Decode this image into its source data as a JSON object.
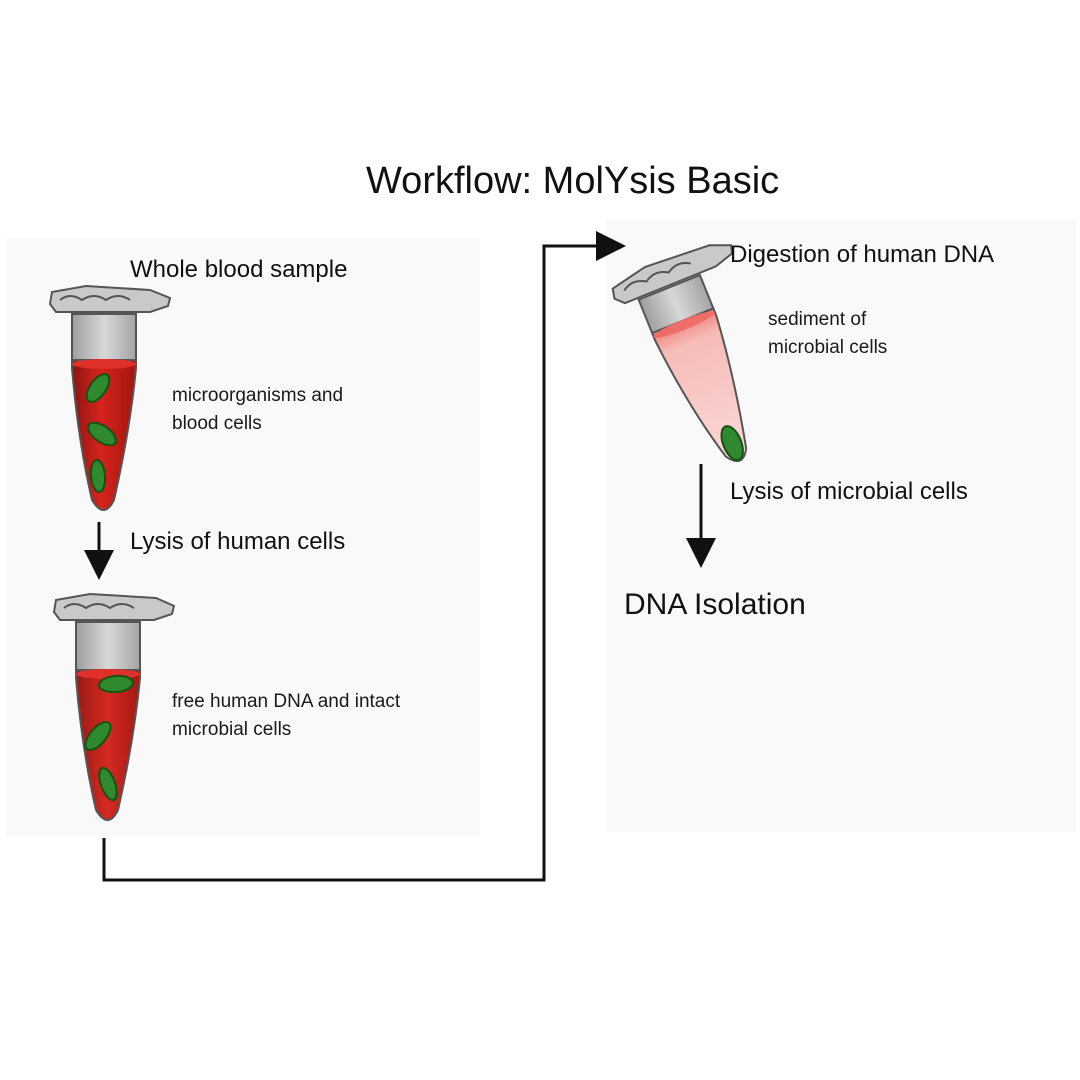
{
  "title": "Workflow: MolYsis Basic",
  "steps": {
    "whole_blood": {
      "label": "Whole blood sample",
      "note_line1": "microorganisms and",
      "note_line2": "blood cells"
    },
    "lysis_human": {
      "label": "Lysis of human cells"
    },
    "after_lysis": {
      "note_line1": "free human DNA and intact",
      "note_line2": "microbial cells"
    },
    "digestion": {
      "label": "Digestion of human DNA",
      "note_line1": "sediment of",
      "note_line2": "microbial cells"
    },
    "lysis_microbial": {
      "label": "Lysis of microbial cells"
    },
    "isolation": {
      "label": "DNA Isolation"
    }
  },
  "colors": {
    "blood": "#c8201c",
    "blood_dark": "#8e1410",
    "light_pink": "#f3b6b2",
    "microbe": "#2f8a2f",
    "cap_gray": "#a9a9a9",
    "arrow": "#111111"
  }
}
